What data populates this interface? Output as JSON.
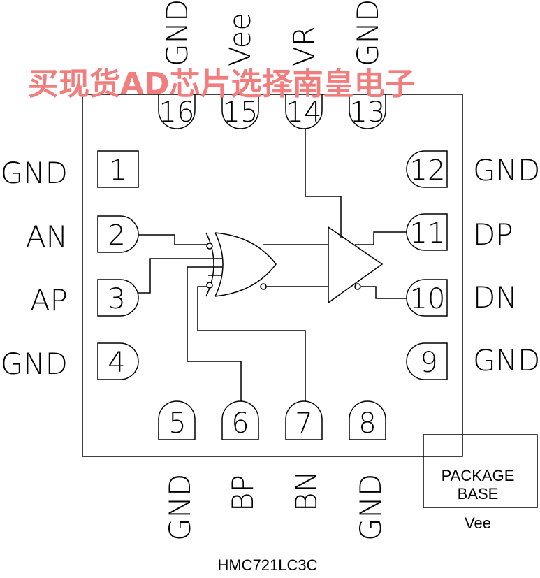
{
  "watermark": "买现货AD芯片选择南皇电子",
  "part_number": "HMC721LC3C",
  "package_base": {
    "line1": "PACKAGE",
    "line2": "BASE",
    "net": "Vee"
  },
  "pins": {
    "p1": {
      "num": "1",
      "name": "GND"
    },
    "p2": {
      "num": "2",
      "name": "AN"
    },
    "p3": {
      "num": "3",
      "name": "AP"
    },
    "p4": {
      "num": "4",
      "name": "GND"
    },
    "p5": {
      "num": "5",
      "name": "GND"
    },
    "p6": {
      "num": "6",
      "name": "BP"
    },
    "p7": {
      "num": "7",
      "name": "BN"
    },
    "p8": {
      "num": "8",
      "name": "GND"
    },
    "p9": {
      "num": "9",
      "name": "GND"
    },
    "p10": {
      "num": "10",
      "name": "DN"
    },
    "p11": {
      "num": "11",
      "name": "DP"
    },
    "p12": {
      "num": "12",
      "name": "GND"
    },
    "p13": {
      "num": "13",
      "name": "GND"
    },
    "p14": {
      "num": "14",
      "name": "VR"
    },
    "p15": {
      "num": "15",
      "name": "Vee"
    },
    "p16": {
      "num": "16",
      "name": "GND"
    }
  }
}
